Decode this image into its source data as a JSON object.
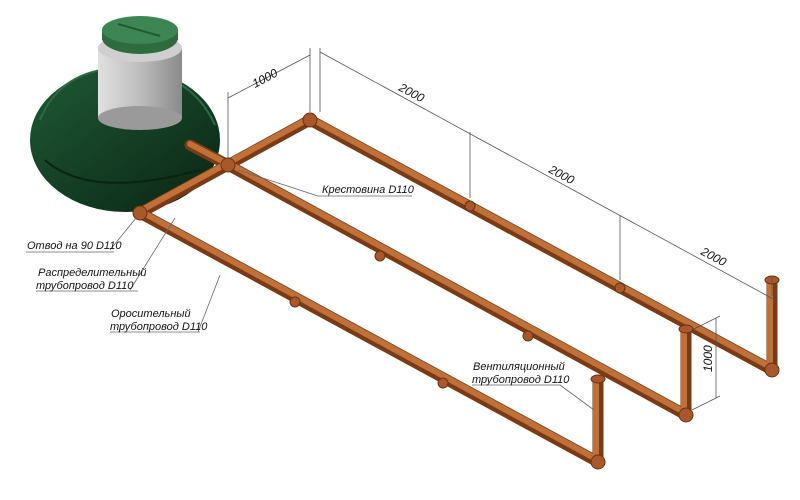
{
  "dimensions": {
    "top_width": "1000",
    "segment_1": "2000",
    "segment_2": "2000",
    "segment_3": "2000",
    "vent_height": "1000"
  },
  "labels": {
    "cross": "Крестовина D110",
    "elbow": "Отвод на 90 D110",
    "distribution_line1": "Распределительный",
    "distribution_line2": "трубопровод D110",
    "irrigation_line1": "Оросительный",
    "irrigation_line2": "трубопровод D110",
    "vent_line1": "Вентиляционный",
    "vent_line2": "трубопровод D110"
  },
  "colors": {
    "pipe": "#b8632a",
    "pipe_dark": "#7a3a14",
    "tank": "#123d24",
    "neck": "#bfbfbf",
    "lid": "#2e6b3f"
  }
}
